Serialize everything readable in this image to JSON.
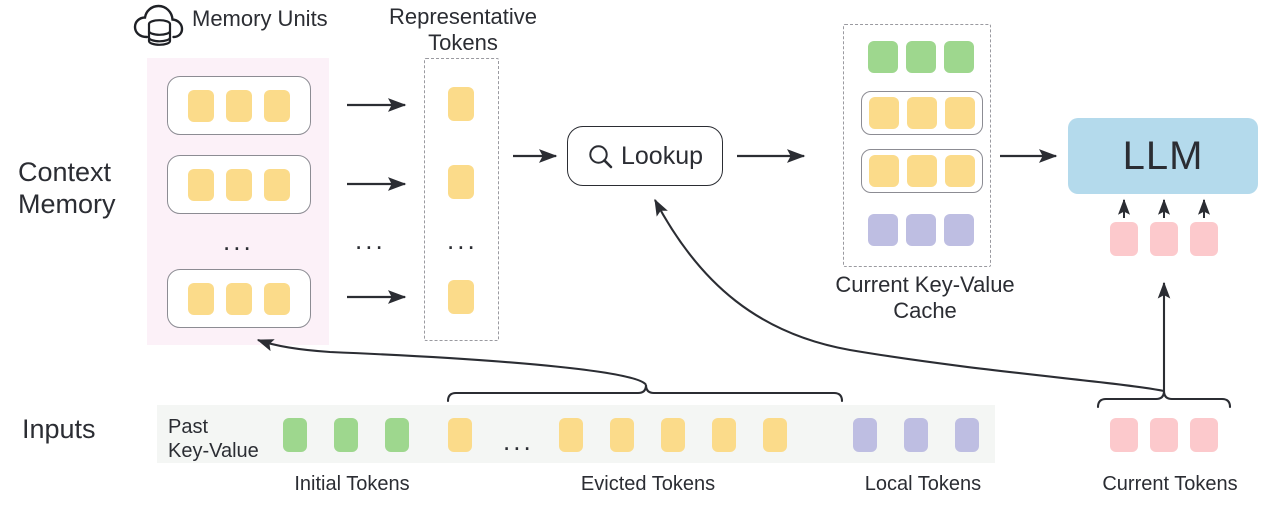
{
  "diagram": {
    "title_labels": {
      "context_memory": "Context\nMemory",
      "inputs": "Inputs",
      "memory_units": "Memory Units",
      "representative_tokens": "Representative\nTokens",
      "current_kv_cache": "Current Key-Value\nCache",
      "past_key_value": "Past\nKey-Value"
    },
    "lookup": {
      "label": "Lookup",
      "icon": "search-icon"
    },
    "llm": {
      "label": "LLM"
    },
    "memory_cloud_icon": "cloud-database-icon",
    "ellipsis": "...",
    "context_memory": {
      "units": [
        {
          "tokens": [
            "yellow",
            "yellow",
            "yellow"
          ]
        },
        {
          "tokens": [
            "yellow",
            "yellow",
            "yellow"
          ]
        },
        {
          "tokens": [
            "yellow",
            "yellow",
            "yellow"
          ]
        }
      ],
      "between_units_ellipsis": "..."
    },
    "representative_tokens": {
      "tokens": [
        "yellow",
        "yellow",
        "yellow"
      ],
      "ellipsis": "..."
    },
    "kv_cache_rows": [
      {
        "color": "green",
        "count": 3,
        "framed": false
      },
      {
        "color": "yellow",
        "count": 3,
        "framed": true
      },
      {
        "color": "yellow",
        "count": 3,
        "framed": true
      },
      {
        "color": "purple",
        "count": 3,
        "framed": false
      }
    ],
    "llm_input_tokens": {
      "color": "pink",
      "count": 3
    },
    "inputs_sequence": [
      {
        "color": "green",
        "count": 3
      },
      {
        "color": "yellow",
        "count": 1
      },
      {
        "ellipsis": "..."
      },
      {
        "color": "yellow",
        "count": 5
      },
      {
        "color": "purple",
        "count": 3
      }
    ],
    "current_tokens": {
      "color": "pink",
      "count": 3
    },
    "captions": {
      "initial_tokens": "Initial Tokens",
      "evicted_tokens": "Evicted Tokens",
      "local_tokens": "Local Tokens",
      "current_tokens": "Current Tokens"
    },
    "colors": {
      "yellow": "#fbdb8a",
      "green": "#9ed78e",
      "purple": "#bebee2",
      "pink": "#fcc9cc",
      "llm_blue": "#b4daec",
      "context_panel_pink": "#fbecf5",
      "inputs_strip_gray": "#f4f6f4",
      "stroke_dark": "#2b2d33",
      "stroke_gray": "#8c8c93"
    }
  }
}
